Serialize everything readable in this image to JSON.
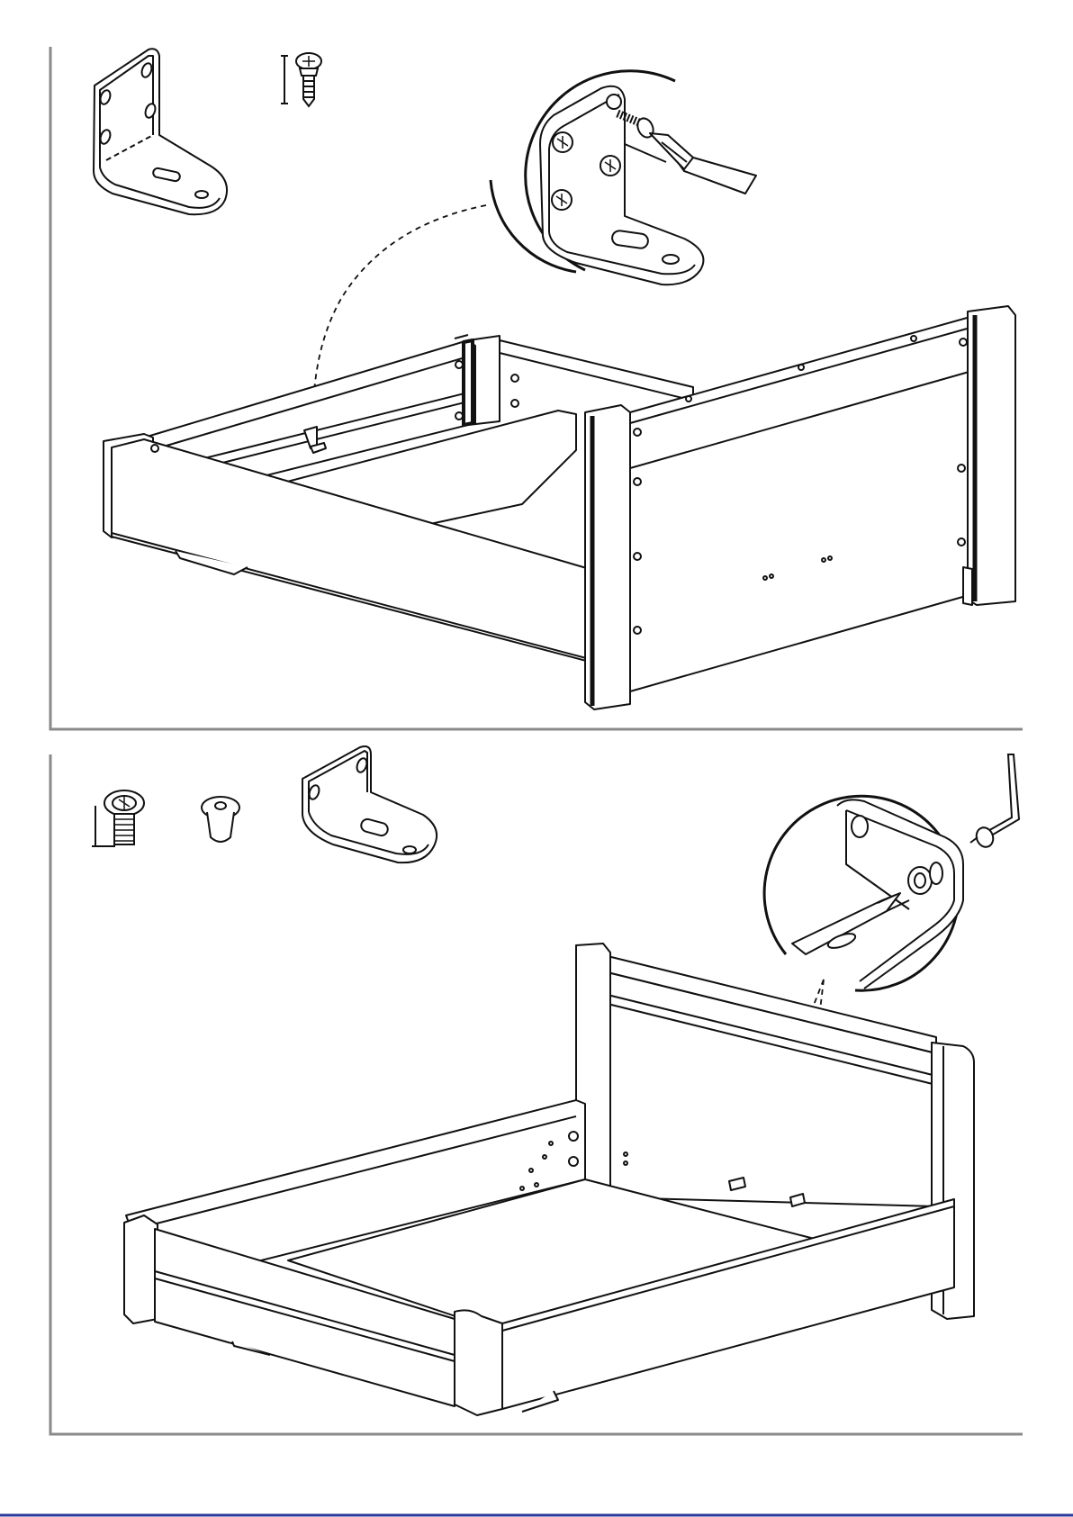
{
  "document": {
    "type": "assembly-instructions",
    "pages_visible": 1,
    "steps": [
      {
        "id": "step-top",
        "parts": [
          {
            "icon": "l-bracket-icon",
            "description_visible": false
          },
          {
            "icon": "wood-screw-icon",
            "description_visible": false
          }
        ],
        "detail": "bracket-screwed-to-side-rail",
        "tool": "screwdriver-icon"
      },
      {
        "id": "step-bottom",
        "parts": [
          {
            "icon": "bolt-icon",
            "description_visible": false
          },
          {
            "icon": "barrel-nut-icon",
            "description_visible": false
          },
          {
            "icon": "l-bracket-icon",
            "description_visible": false
          }
        ],
        "detail": "bracket-bolted-to-headboard",
        "tool": "hex-key-icon"
      }
    ]
  },
  "colors": {
    "ink": "#111111",
    "frame_line": "#8a8a8a",
    "bottom_rule": "#2b3a9a",
    "paper": "#ffffff"
  }
}
